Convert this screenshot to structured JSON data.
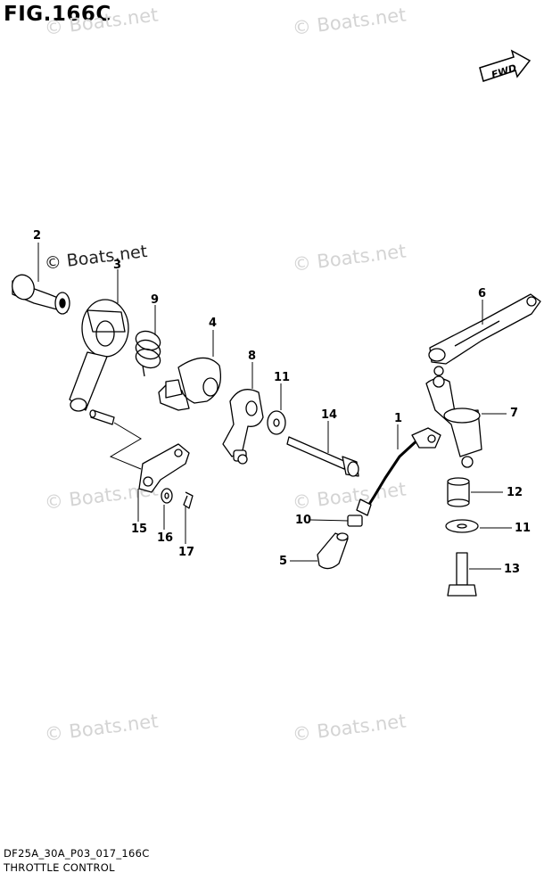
{
  "figure": {
    "title": "FIG.166C"
  },
  "watermark": {
    "text": "© Boats.net"
  },
  "fwd_arrow": {
    "label": "FWD"
  },
  "callouts": [
    "2",
    "3",
    "9",
    "4",
    "8",
    "11",
    "14",
    "1",
    "6",
    "7",
    "12",
    "11",
    "13",
    "10",
    "5",
    "15",
    "16",
    "17"
  ],
  "footer": {
    "code": "DF25A_30A_P03_017_166C",
    "caption": "THROTTLE CONTROL"
  }
}
